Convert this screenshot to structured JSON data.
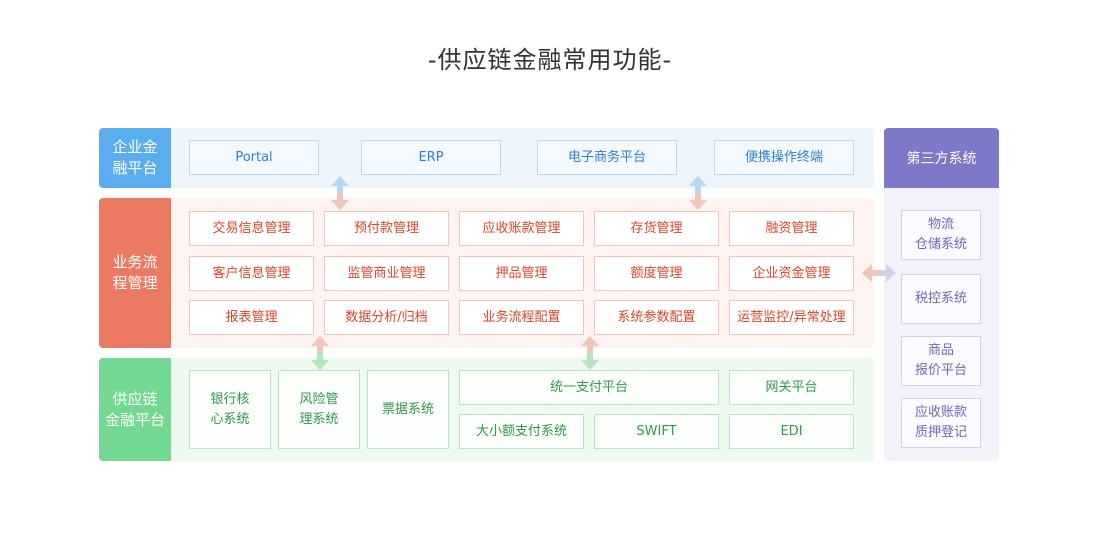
{
  "title": "-供应链金融常用功能-",
  "colors": {
    "enterprise": "#5aaef0",
    "business": "#eb7a63",
    "supply": "#72d892",
    "thirdparty": "#7d78c8"
  },
  "enterprise": {
    "label": "企业金\n融平台",
    "items": [
      "Portal",
      "ERP",
      "电子商务平台",
      "便携操作终端"
    ]
  },
  "business": {
    "label": "业务流\n程管理",
    "items": [
      "交易信息管理",
      "预付款管理",
      "应收账款管理",
      "存货管理",
      "融资管理",
      "客户信息管理",
      "监管商业管理",
      "押品管理",
      "额度管理",
      "企业资金管理",
      "报表管理",
      "数据分析/归档",
      "业务流程配置",
      "系统参数配置",
      "运营监控/异常处理"
    ]
  },
  "supply": {
    "label": "供应链\n金融平台",
    "items": [
      "银行核\n心系统",
      "风险管\n理系统",
      "票据系统",
      "统一支付平台",
      "网关平台",
      "大小额支付系统",
      "SWIFT",
      "EDI"
    ]
  },
  "thirdparty": {
    "label": "第三方系统",
    "items": [
      "物流\n仓储系统",
      "税控系统",
      "商品\n报价平台",
      "应收账款\n质押登记"
    ]
  }
}
